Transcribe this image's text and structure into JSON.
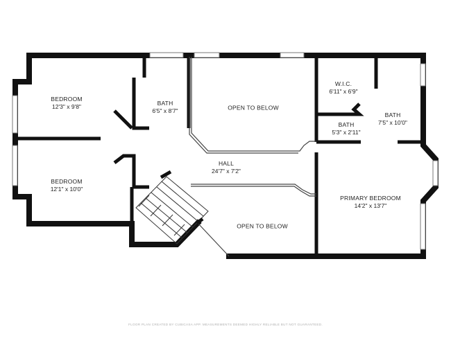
{
  "rooms": {
    "bedroom_top": {
      "name": "BEDROOM",
      "dim": "12'3\" x 9'8\""
    },
    "bath_left": {
      "name": "BATH",
      "dim": "6'5\" x 8'7\""
    },
    "open_below_top": {
      "name": "OPEN TO BELOW"
    },
    "wic": {
      "name": "W.I.C.",
      "dim": "6'11\" x 6'9\""
    },
    "bath_right": {
      "name": "BATH",
      "dim": "7'5\" x 10'0\""
    },
    "bath_small": {
      "name": "BATH",
      "dim": "5'3\" x 2'11\""
    },
    "hall": {
      "name": "HALL",
      "dim": "24'7\" x 7'2\""
    },
    "bedroom_bottom": {
      "name": "BEDROOM",
      "dim": "12'1\" x 10'0\""
    },
    "primary_bedroom": {
      "name": "PRIMARY BEDROOM",
      "dim": "14'2\" x 13'7\""
    },
    "open_below_bottom": {
      "name": "OPEN TO BELOW"
    }
  },
  "footer": "FLOOR PLAN CREATED BY CUBICASA APP. MEASUREMENTS DEEMED HIGHLY RELIABLE BUT NOT GUARANTEED."
}
